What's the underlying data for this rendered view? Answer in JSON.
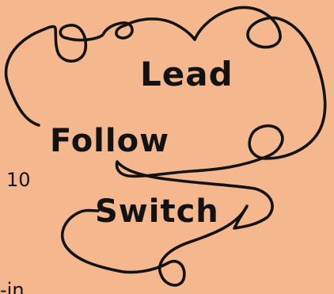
{
  "colors": {
    "background": "#F5B88E",
    "ink": "#121212"
  },
  "words": {
    "lead": "Lead",
    "follow": "Follow",
    "switch": "Switch"
  },
  "page_number": "10",
  "cut_text": "-in"
}
